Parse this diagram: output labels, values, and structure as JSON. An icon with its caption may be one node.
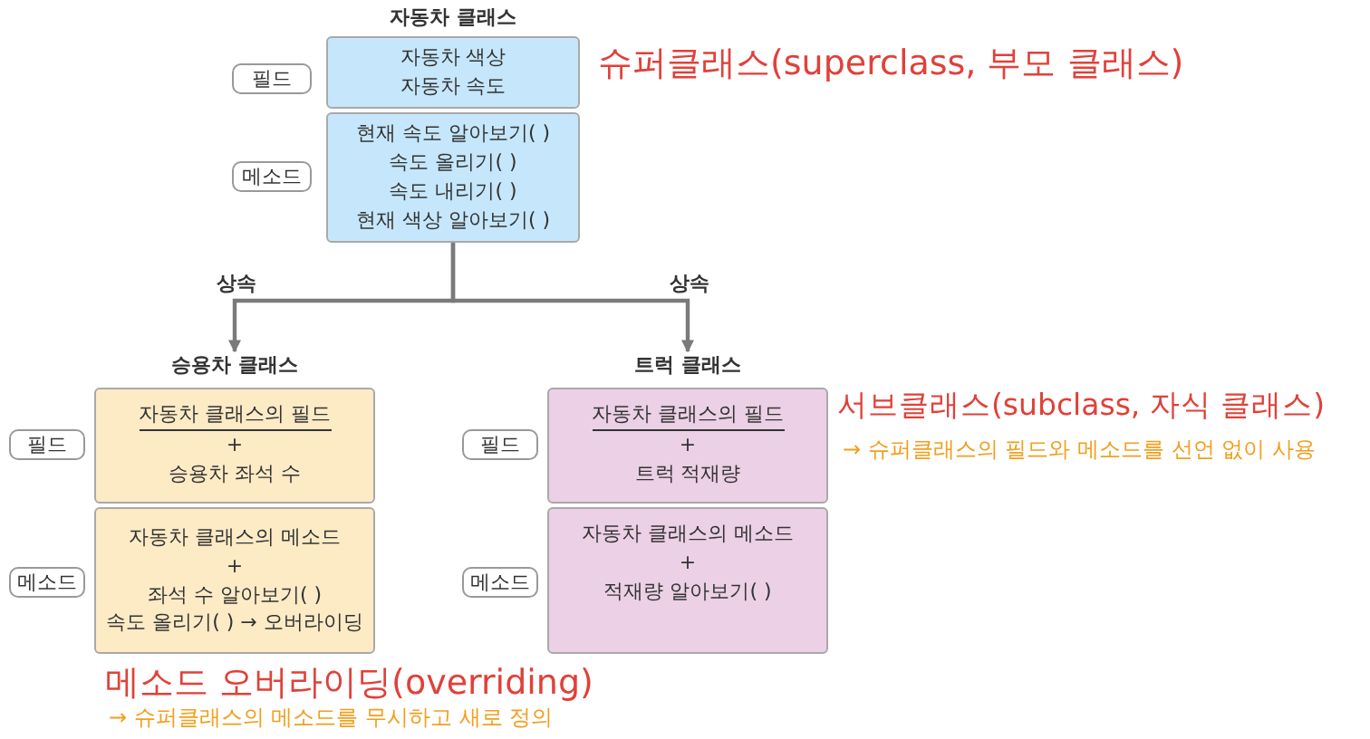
{
  "diagram": {
    "nodes": [
      {
        "text": [
          "자동차 클래스"
        ]
      },
      {
        "text": [
          "자동차 색상",
          "자동차 속도"
        ],
        "in": 0
      },
      {
        "text": [
          "현재 속도 알아보기( )",
          "속도 올리기( )",
          "속도 내리기( )",
          "현재 색상 알아보기( )"
        ],
        "in": 0
      },
      {
        "text": [
          "필드"
        ]
      },
      {
        "text": [
          "메소드"
        ]
      },
      {
        "text": [
          "승용차 클래스"
        ]
      },
      {
        "text": [
          "자동차 클래스의 필드",
          "+",
          "승용차 좌석 수"
        ],
        "in": 5
      },
      {
        "text": [
          "자동차 클래스의 메소드",
          "+",
          "좌석 수 알아보기( )",
          "속도 올리기( ) → 오버라이딩"
        ],
        "in": 5
      },
      {
        "text": [
          "필드"
        ]
      },
      {
        "text": [
          "메소드"
        ]
      },
      {
        "text": [
          "트럭 클래스"
        ]
      },
      {
        "text": [
          "자동차 클래스의 필드",
          "+",
          "트럭 적재량"
        ],
        "in": 10
      },
      {
        "text": [
          "자동차 클래스의 메소드",
          "+",
          "적재량 알아보기( )"
        ],
        "in": 10
      },
      {
        "text": [
          "필드"
        ]
      },
      {
        "text": [
          "메소드"
        ]
      }
    ],
    "edges": [
      {
        "from": 0,
        "to": 5,
        "arrow": "to",
        "label": "상속"
      },
      {
        "from": 0,
        "to": 10,
        "arrow": "to",
        "label": "상속"
      }
    ],
    "labels": [
      "슈퍼클래스(superclass, 부모 클래스)",
      "서브클래스(subclass, 자식 클래스)",
      "→ 슈퍼클래스의 필드와 메소드를 선언 없이 사용",
      "메소드 오버라이딩(overriding)",
      "→ 슈퍼클래스의 메소드를 무시하고 새로 정의"
    ]
  }
}
